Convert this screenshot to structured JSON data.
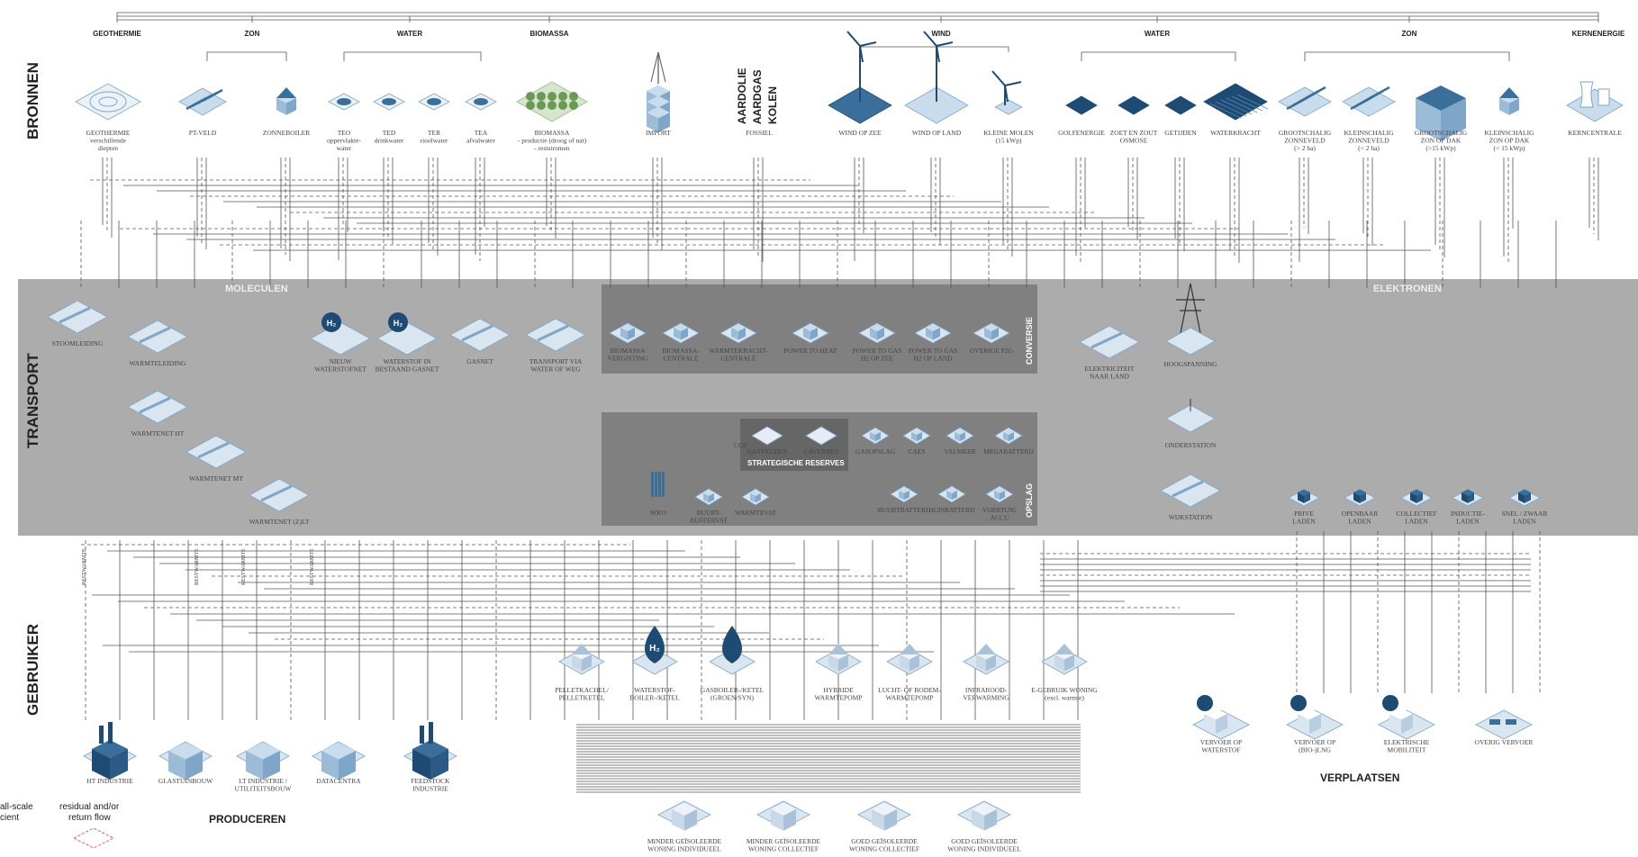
{
  "sections": {
    "bronnen": "BRONNEN",
    "transport": "TRANSPORT",
    "gebruiker": "GEBRUIKER",
    "moleculen": "MOLECULEN",
    "elektronen": "ELEKTRONEN",
    "conversie": "CONVERSIE",
    "opslag": "OPSLAG",
    "strategische_reserves": "STRATEGISCHE RESERVES",
    "produceren": "PRODUCEREN",
    "verplaatsen": "VERPLAATSEN",
    "fossiel_stack": [
      "AARDOLIE",
      "AARDGAS",
      "KOLEN"
    ]
  },
  "source_headers": [
    "GEOTHERMIE",
    "ZON",
    "WATER",
    "BIOMASSA",
    "WIND",
    "WATER",
    "ZON",
    "KERNENERGIE"
  ],
  "sources": [
    {
      "id": "geothermie",
      "lines": [
        "GEOTHERMIE",
        "verschillende",
        "diepten"
      ],
      "icon": "geothermal-icon"
    },
    {
      "id": "pt-veld",
      "lines": [
        "PT-VELD"
      ],
      "icon": "pt-field-icon"
    },
    {
      "id": "zonneboiler",
      "lines": [
        "ZONNEBOILER"
      ],
      "icon": "solar-boiler-icon"
    },
    {
      "id": "teo",
      "lines": [
        "TEO",
        "oppervlakte-",
        "water"
      ],
      "icon": "teo-icon"
    },
    {
      "id": "ted",
      "lines": [
        "TED",
        "drinkwater"
      ],
      "icon": "ted-icon"
    },
    {
      "id": "ter",
      "lines": [
        "TER",
        "rioolwater"
      ],
      "icon": "ter-icon"
    },
    {
      "id": "tea",
      "lines": [
        "TEA",
        "afvalwater"
      ],
      "icon": "tea-icon"
    },
    {
      "id": "biomassa",
      "lines": [
        "BIOMASSA",
        "- productie (droog of nat)",
        "- reststromen"
      ],
      "icon": "biomass-icon"
    },
    {
      "id": "import",
      "lines": [
        "IMPORT"
      ],
      "icon": "import-icon"
    },
    {
      "id": "fossiel",
      "lines": [
        "FOSSIEL"
      ],
      "icon": "fossil-icon"
    },
    {
      "id": "wind-op-zee",
      "lines": [
        "WIND OP ZEE"
      ],
      "icon": "offshore-wind-icon"
    },
    {
      "id": "wind-op-land",
      "lines": [
        "WIND OP LAND"
      ],
      "icon": "onshore-wind-icon"
    },
    {
      "id": "kleine-molen",
      "lines": [
        "KLEINE MOLEN",
        "(15 kWp)"
      ],
      "icon": "small-turbine-icon"
    },
    {
      "id": "golfenergie",
      "lines": [
        "GOLFENERGIE"
      ],
      "icon": "wave-icon"
    },
    {
      "id": "zoet-en-zout",
      "lines": [
        "ZOET EN ZOUT",
        "OSMOSE"
      ],
      "icon": "osmosis-icon"
    },
    {
      "id": "getijden",
      "lines": [
        "GETIJDEN"
      ],
      "icon": "tidal-icon"
    },
    {
      "id": "waterkracht",
      "lines": [
        "WATERKRACHT"
      ],
      "icon": "hydro-icon"
    },
    {
      "id": "grootschalig-zonneveld",
      "lines": [
        "GROOTSCHALIG",
        "ZONNEVELD",
        "(> 2 ha)"
      ],
      "icon": "solar-field-icon"
    },
    {
      "id": "kleinschalig-zonneveld",
      "lines": [
        "KLEINSCHALIG",
        "ZONNEVELD",
        "(< 2 ha)"
      ],
      "icon": "small-solar-field-icon"
    },
    {
      "id": "grootschalig-dak",
      "lines": [
        "GROOTSCHALIG",
        "ZON OP DAK",
        "(>15 kWp)"
      ],
      "icon": "roof-solar-large-icon"
    },
    {
      "id": "kleinschalig-dak",
      "lines": [
        "KLEINSCHALIG",
        "ZON OP DAK",
        "(< 15 kWp)"
      ],
      "icon": "roof-solar-small-icon"
    },
    {
      "id": "kerncentrale",
      "lines": [
        "KERNCENTRALE"
      ],
      "icon": "nuclear-icon"
    }
  ],
  "transport_nodes": [
    {
      "id": "stoomleiding",
      "lines": [
        "STOOMLEIDING"
      ]
    },
    {
      "id": "warmteleiding",
      "lines": [
        "WARMTELEIDING"
      ]
    },
    {
      "id": "warmtenet-ht",
      "lines": [
        "WARMTENET HT"
      ]
    },
    {
      "id": "warmtenet-mt",
      "lines": [
        "WARMTENET MT"
      ]
    },
    {
      "id": "warmtenet-zlt",
      "lines": [
        "WARMTENET (Z)LT"
      ]
    },
    {
      "id": "nieuw-waterstofnet",
      "lines": [
        "NIEUW",
        "WATERSTOFNET"
      ]
    },
    {
      "id": "waterstof-bestaand",
      "lines": [
        "WATERSTOF IN",
        "BESTAAND GASNET"
      ]
    },
    {
      "id": "gasnet",
      "lines": [
        "GASNET"
      ]
    },
    {
      "id": "transport-via",
      "lines": [
        "TRANSPORT VIA",
        "WATER OF WEG"
      ]
    },
    {
      "id": "elektriciteit-naar-land",
      "lines": [
        "ELEKTRICITEIT",
        "NAAR LAND"
      ]
    },
    {
      "id": "hoogspanning",
      "lines": [
        "HOOGSPANNING"
      ]
    },
    {
      "id": "onderstation",
      "lines": [
        "ONDERSTATION"
      ]
    },
    {
      "id": "wijkstation",
      "lines": [
        "WIJKSTATION"
      ]
    }
  ],
  "conversie": [
    {
      "id": "biomassa-vergisting",
      "lines": [
        "BIOMASSA",
        "VERGISTING"
      ]
    },
    {
      "id": "biomassa-centrale",
      "lines": [
        "BIOMASSA-",
        "CENTRALE"
      ]
    },
    {
      "id": "warmtekracht",
      "lines": [
        "WARMTEKRACHT-",
        "CENTRALE"
      ]
    },
    {
      "id": "power-to-heat",
      "lines": [
        "POWER TO HEAT"
      ]
    },
    {
      "id": "p2g-zee",
      "lines": [
        "POWER TO GAS",
        "H2 OP ZEE"
      ]
    },
    {
      "id": "p2g-land",
      "lines": [
        "POWER TO GAS",
        "H2 OP LAND"
      ]
    },
    {
      "id": "overige-p2g",
      "lines": [
        "OVERIGE P2G"
      ]
    }
  ],
  "opslag": [
    {
      "id": "gasvelden",
      "lines": [
        "GASVELDEN"
      ]
    },
    {
      "id": "cavernes",
      "lines": [
        "CAVERNES"
      ]
    },
    {
      "id": "gasopslag",
      "lines": [
        "GASOPSLAG"
      ]
    },
    {
      "id": "caes",
      "lines": [
        "CAES"
      ]
    },
    {
      "id": "valmeer",
      "lines": [
        "VALMEER"
      ]
    },
    {
      "id": "megabatterij",
      "lines": [
        "MEGABATTERIJ"
      ]
    },
    {
      "id": "wko",
      "lines": [
        "WKO"
      ]
    },
    {
      "id": "buurt-buffervat",
      "lines": [
        "BUURT-",
        "BUFFERVAT"
      ]
    },
    {
      "id": "warmtevat",
      "lines": [
        "WARMTEVAT"
      ]
    },
    {
      "id": "buurtbatterij",
      "lines": [
        "BUURTBATTERIJ"
      ]
    },
    {
      "id": "huisbatterij",
      "lines": [
        "HUISBATTERIJ"
      ]
    },
    {
      "id": "voertuig-accu",
      "lines": [
        "VOERTUIG",
        "ACCU"
      ]
    }
  ],
  "ccs_label": "CCS",
  "laden": [
    {
      "id": "prive",
      "lines": [
        "PRIVE",
        "LADEN"
      ]
    },
    {
      "id": "openbaar",
      "lines": [
        "OPENBAAR",
        "LADEN"
      ]
    },
    {
      "id": "collectief",
      "lines": [
        "COLLECTIEF",
        "LADEN"
      ]
    },
    {
      "id": "inductie",
      "lines": [
        "INDUCTIE-",
        "LADEN"
      ]
    },
    {
      "id": "snel",
      "lines": [
        "SNEL / ZWAAR",
        "LADEN"
      ]
    }
  ],
  "gebruik_woning": [
    {
      "id": "pelletkachel",
      "lines": [
        "PELLETKACHEL/",
        "PELLETKETEL"
      ]
    },
    {
      "id": "waterstofboiler",
      "lines": [
        "WATERSTOF-",
        "BOILER-/KETEL"
      ]
    },
    {
      "id": "gasboiler",
      "lines": [
        "GASBOILER-/KETEL",
        "(GROEN/SYN)"
      ]
    },
    {
      "id": "hybride",
      "lines": [
        "HYBRIDE",
        "WARMTEPOMP"
      ]
    },
    {
      "id": "lucht-bodem",
      "lines": [
        "LUCHT- OF BODEM-",
        "WARMTEPOMP"
      ]
    },
    {
      "id": "infrarood",
      "lines": [
        "INFRAROOD-",
        "VERWARMING"
      ]
    },
    {
      "id": "e-gebruik",
      "lines": [
        "E-GEBRUIK WONING",
        "(excl. warmte)"
      ]
    }
  ],
  "producers": [
    {
      "id": "ht-industrie",
      "lines": [
        "HT INDUSTRIE"
      ]
    },
    {
      "id": "glastuinbouw",
      "lines": [
        "GLASTUINBOUW"
      ]
    },
    {
      "id": "lt-industrie",
      "lines": [
        "LT INDUSTRIE /",
        "UTILITEITSBOUW"
      ]
    },
    {
      "id": "datacentra",
      "lines": [
        "DATACENTRA"
      ]
    },
    {
      "id": "feedstock",
      "lines": [
        "FEEDSTOCK",
        "INDUSTRIE"
      ]
    }
  ],
  "homes": [
    {
      "id": "minder-ind",
      "lines": [
        "MINDER GEÏSOLEERDE",
        "WONING INDIVIDUEEL"
      ]
    },
    {
      "id": "minder-col",
      "lines": [
        "MINDER GEÏSOLEERDE",
        "WONING COLLECTIEF"
      ]
    },
    {
      "id": "goed-col",
      "lines": [
        "GOED GEÏSOLEERDE",
        "WONING COLLECTIEF"
      ]
    },
    {
      "id": "goed-ind",
      "lines": [
        "GOED GEÏSOLEERDE",
        "WONING INDIVIDUEEL"
      ]
    }
  ],
  "vervoer": [
    {
      "id": "waterstof",
      "lines": [
        "VERVOER OP",
        "WATERSTOF"
      ]
    },
    {
      "id": "bio-lng",
      "lines": [
        "VERVOER OP",
        "(BIO-)LNG"
      ]
    },
    {
      "id": "elektrische",
      "lines": [
        "ELEKTRISCHE",
        "MOBILITEIT"
      ]
    },
    {
      "id": "overig",
      "lines": [
        "OVERIG VERVOER"
      ]
    }
  ],
  "restwarmte_label": "RESTWARMTE",
  "h2_symbol": "H₂",
  "legend": {
    "left_lines": [
      "all-scale",
      "cient"
    ],
    "residual_lines": [
      "residual and/or",
      "return flow"
    ]
  },
  "colors": {
    "band": "#9b9b9b",
    "box": "#757575",
    "dark_blue": "#1e4b73",
    "mid_blue": "#3a6f9b",
    "light_blue": "#c8dcec",
    "residual": "#e06060"
  }
}
